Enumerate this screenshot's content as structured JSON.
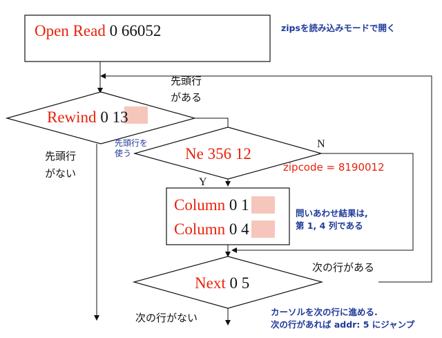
{
  "nodes": {
    "open": {
      "red": "Open Read",
      "black": " 0 66052"
    },
    "rewind": {
      "red": "Rewind",
      "black": " 0 ",
      "hl": "13"
    },
    "ne": {
      "red": "Ne 356 12"
    },
    "col1": {
      "red": "Column",
      "black": " 0 ",
      "hl": "1"
    },
    "col2": {
      "red": "Column",
      "black": " 0 ",
      "hl": "4"
    },
    "next": {
      "red": "Next",
      "black": " 0 5"
    }
  },
  "labels": {
    "has_first_row": [
      "先頭行",
      "がある"
    ],
    "no_first_row": [
      "先頭行",
      "がない"
    ],
    "use_first_row": [
      "先頭行を",
      "使う"
    ],
    "branch_n": "N",
    "branch_y": "Y",
    "has_next_row": "次の行がある",
    "no_next_row": "次の行がない"
  },
  "notes": {
    "open_note": "zipsを読み込みモードで開く",
    "zipcode": "zipcode = 8190012",
    "query_result": [
      "問いあわせ結果は,",
      "第 1, 4 列である"
    ],
    "cursor": [
      "カーソルを次の行に進める.",
      "次の行があれば addr: 5 にジャンプ"
    ]
  },
  "colors": {
    "node_text": "#e8210a",
    "highlight": "#f6c6bc",
    "note_text": "#1f3a9a",
    "line": "#111111"
  }
}
